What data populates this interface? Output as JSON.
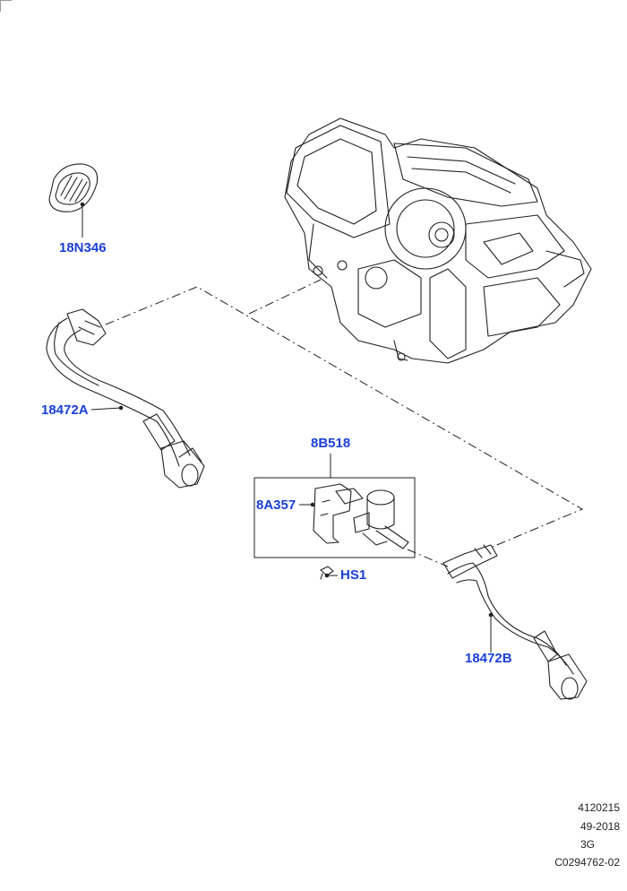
{
  "callouts": {
    "gasket": "18N346",
    "hose_a": "18472A",
    "pump_assembly": "8B518",
    "bracket": "8A357",
    "bolt": "HS1",
    "hose_b": "18472B"
  },
  "footer": {
    "code1": "4120215",
    "code2": "49-2018",
    "code3": "3G",
    "code4": "C0294762-02"
  },
  "colors": {
    "callout_text": "#1a3fd6",
    "line_art": "#222222"
  }
}
